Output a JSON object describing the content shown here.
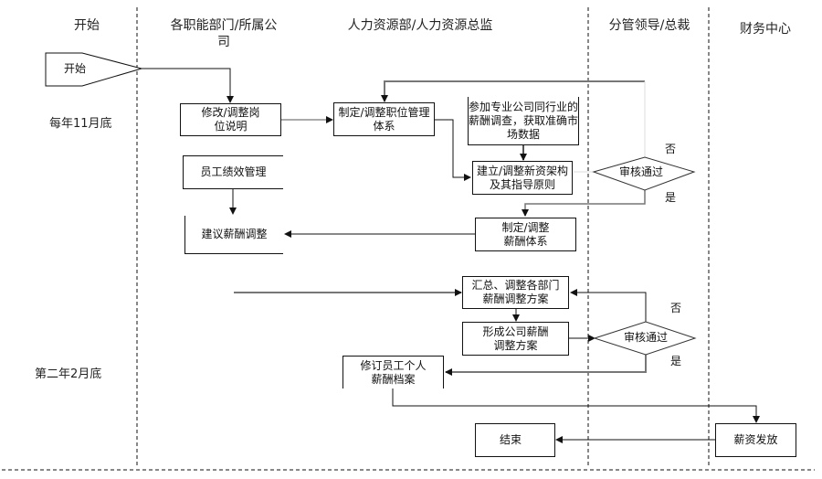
{
  "lanes": [
    {
      "title": "开始"
    },
    {
      "title": "各职能部门/所属公司"
    },
    {
      "title": "人力资源部/人力资源总监"
    },
    {
      "title": "分管领导/总裁"
    },
    {
      "title": "财务中心"
    }
  ],
  "row_labels": {
    "start_time": "每年11月底",
    "end_time": "第二年2月底"
  },
  "nodes": {
    "start": "开始",
    "revise_job_desc": "修改/调整岗位说明",
    "job_mgmt_system": "制定/调整职位管理体系",
    "salary_survey": "参加专业公司同行业的薪酬调查，获取准确市场数据",
    "salary_structure": "建立/调整新资架构及其指导原则",
    "review_1": "审核通过",
    "salary_system": "制定/调整薪酬体系",
    "performance_mgmt": "员工绩效管理",
    "suggest_adjust": "建议薪酬调整",
    "summarize_plans": "汇总、调整各部门薪酬调整方案",
    "company_plan": "形成公司薪酬调整方案",
    "review_2": "审核通过",
    "update_records": "修订员工个人薪酬档案",
    "payroll": "薪资发放",
    "end": "结束"
  },
  "edge_labels": {
    "review_1_no": "否",
    "review_1_yes": "是",
    "review_2_no": "否",
    "review_2_yes": "是"
  }
}
